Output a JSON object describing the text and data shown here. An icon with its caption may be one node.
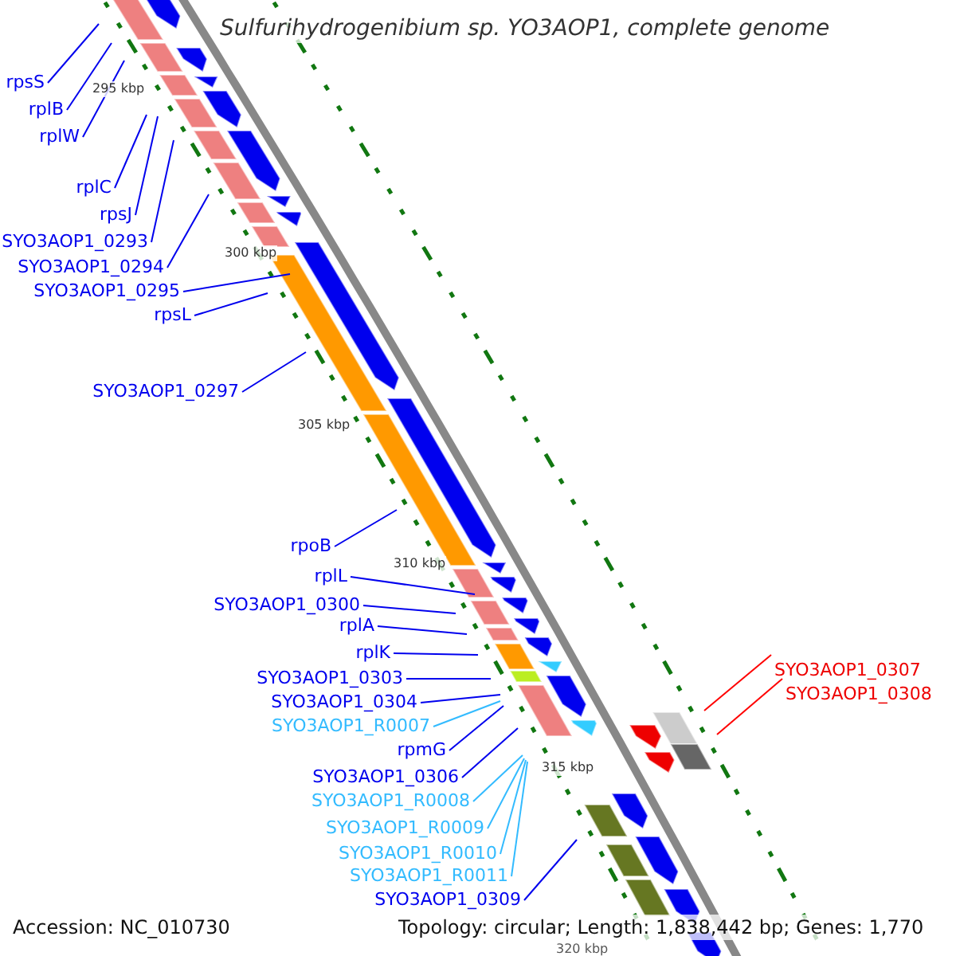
{
  "diagram": {
    "title": "Sulfurihydrogenibium sp. YO3AOP1, complete genome",
    "nodes": [
      {
        "text": [
          "rpsS"
        ]
      },
      {
        "text": [
          "rplB"
        ]
      },
      {
        "text": [
          "rplW"
        ]
      },
      {
        "text": [
          "rplC"
        ]
      },
      {
        "text": [
          "rpsJ"
        ]
      },
      {
        "text": [
          "SYO3AOP1_0293"
        ]
      },
      {
        "text": [
          "SYO3AOP1_0294"
        ]
      },
      {
        "text": [
          "SYO3AOP1_0295"
        ]
      },
      {
        "text": [
          "rpsL"
        ]
      },
      {
        "text": [
          "SYO3AOP1_0297"
        ]
      },
      {
        "text": [
          "rpoB"
        ]
      },
      {
        "text": [
          "rplL"
        ]
      },
      {
        "text": [
          "SYO3AOP1_0300"
        ]
      },
      {
        "text": [
          "rplA"
        ]
      },
      {
        "text": [
          "rplK"
        ]
      },
      {
        "text": [
          "SYO3AOP1_0303"
        ]
      },
      {
        "text": [
          "SYO3AOP1_0304"
        ]
      },
      {
        "text": [
          "SYO3AOP1_R0007"
        ]
      },
      {
        "text": [
          "rpmG"
        ]
      },
      {
        "text": [
          "SYO3AOP1_0306"
        ]
      },
      {
        "text": [
          "SYO3AOP1_R0008"
        ]
      },
      {
        "text": [
          "SYO3AOP1_R0009"
        ]
      },
      {
        "text": [
          "SYO3AOP1_R0010"
        ]
      },
      {
        "text": [
          "SYO3AOP1_R0011"
        ]
      },
      {
        "text": [
          "SYO3AOP1_0309"
        ]
      },
      {
        "text": [
          "SYO3AOP1_0307"
        ]
      },
      {
        "text": [
          "SYO3AOP1_0308"
        ]
      }
    ],
    "edges": [
      {
        "from": 0,
        "to": null,
        "arrow": "none"
      },
      {
        "from": 1,
        "to": null,
        "arrow": "none"
      },
      {
        "from": 2,
        "to": null,
        "arrow": "none"
      },
      {
        "from": 3,
        "to": null,
        "arrow": "none"
      },
      {
        "from": 4,
        "to": null,
        "arrow": "none"
      },
      {
        "from": 5,
        "to": null,
        "arrow": "none"
      },
      {
        "from": 6,
        "to": null,
        "arrow": "none"
      },
      {
        "from": 7,
        "to": null,
        "arrow": "none"
      },
      {
        "from": 8,
        "to": null,
        "arrow": "none"
      },
      {
        "from": 9,
        "to": null,
        "arrow": "none"
      },
      {
        "from": 10,
        "to": null,
        "arrow": "none"
      },
      {
        "from": 11,
        "to": null,
        "arrow": "none"
      },
      {
        "from": 12,
        "to": null,
        "arrow": "none"
      },
      {
        "from": 13,
        "to": null,
        "arrow": "none"
      },
      {
        "from": 14,
        "to": null,
        "arrow": "none"
      },
      {
        "from": 15,
        "to": null,
        "arrow": "none"
      },
      {
        "from": 16,
        "to": null,
        "arrow": "none"
      },
      {
        "from": 17,
        "to": null,
        "arrow": "none",
        "color": "#33bbff"
      },
      {
        "from": 18,
        "to": null,
        "arrow": "none"
      },
      {
        "from": 19,
        "to": null,
        "arrow": "none"
      },
      {
        "from": 20,
        "to": null,
        "arrow": "none",
        "color": "#33bbff"
      },
      {
        "from": 21,
        "to": null,
        "arrow": "none",
        "color": "#33bbff"
      },
      {
        "from": 22,
        "to": null,
        "arrow": "none",
        "color": "#33bbff"
      },
      {
        "from": 23,
        "to": null,
        "arrow": "none",
        "color": "#33bbff"
      },
      {
        "from": 24,
        "to": null,
        "arrow": "none"
      },
      {
        "from": 25,
        "to": null,
        "arrow": "none",
        "color": "#ff0000"
      },
      {
        "from": 26,
        "to": null,
        "arrow": "none",
        "color": "#ff0000"
      }
    ],
    "labels": [
      "295 kbp",
      "300 kbp",
      "305 kbp",
      "310 kbp",
      "315 kbp",
      "320 kbp",
      "Accession: NC_010730",
      "Topology: circular; Length: 1,838,442 bp; Genes: 1,770"
    ]
  }
}
